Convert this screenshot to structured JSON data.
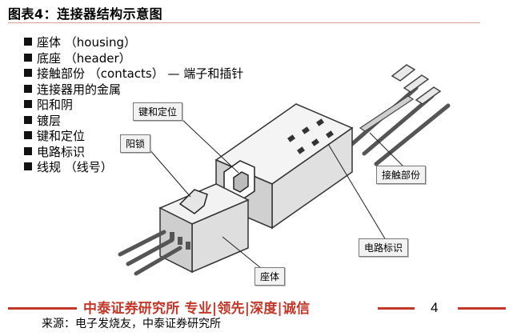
{
  "figure": {
    "title": "图表4：连接器结构示意图"
  },
  "bullets": [
    "座体 （housing）",
    "底座 （header）",
    "接触部份 （contacts） — 端子和插针",
    "连接器用的金属",
    "阳和阴",
    "镀层",
    "键和定位",
    "电路标识",
    "线规 （线号）"
  ],
  "callouts": {
    "key_position": "键和定位",
    "male_lock": "阳锁",
    "contact_part": "接触部份",
    "circuit_id": "电路标识",
    "housing": "座体"
  },
  "footer": {
    "banner": "中泰证券研究所 专业|领先|深度|诚信",
    "page_number": "4",
    "source": "来源：电子发烧友，中泰证券研究所"
  }
}
